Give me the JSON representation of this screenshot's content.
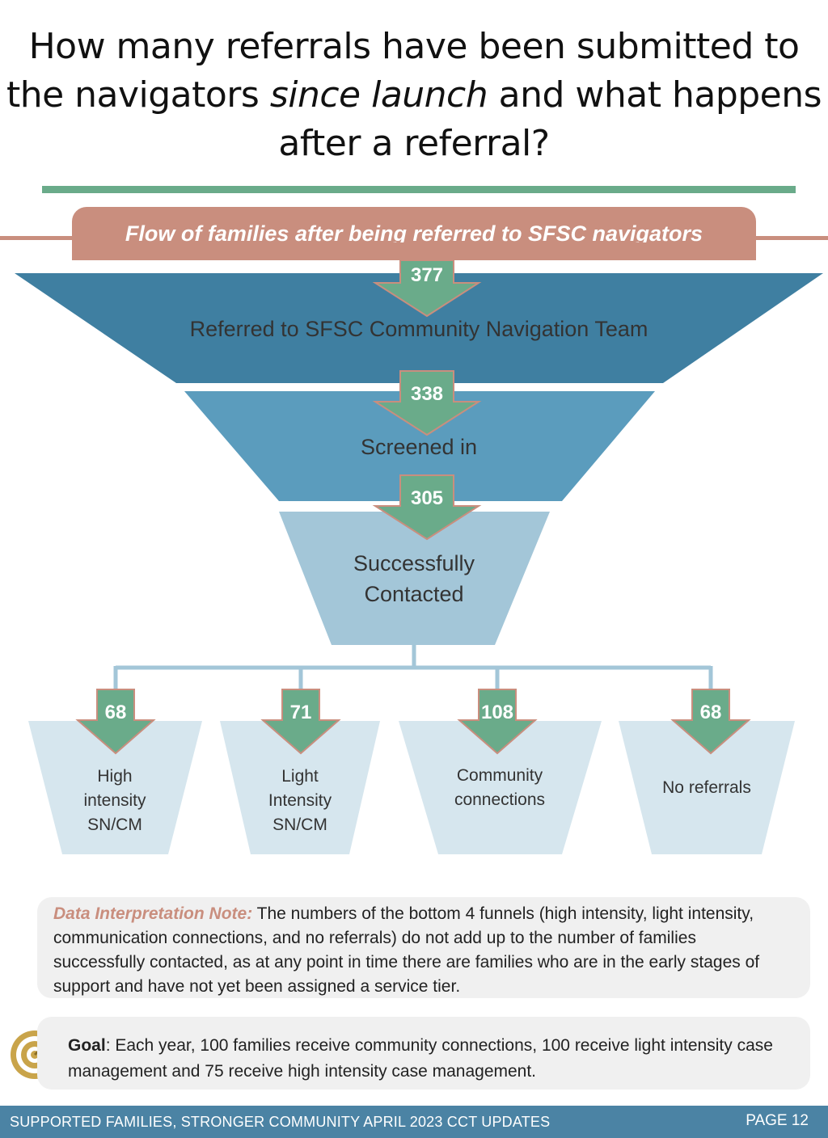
{
  "title": {
    "line1": "How many referrals have been submitted to",
    "line2_pre": "the navigators ",
    "line2_ital": "since launch",
    "line2_post": " and what happens",
    "line3": "after a referral?"
  },
  "banner": {
    "text": "Flow of families after being referred to SFSC navigators"
  },
  "funnel": [
    {
      "count": "377",
      "label": "Referred to SFSC Community Navigation Team"
    },
    {
      "count": "338",
      "label": "Screened in"
    },
    {
      "count": "305",
      "label_line1": "Successfully",
      "label_line2": "Contacted"
    }
  ],
  "tiers": [
    {
      "count": "68",
      "label_lines": [
        "High",
        "intensity",
        "SN/CM"
      ]
    },
    {
      "count": "71",
      "label_lines": [
        "Light",
        "Intensity",
        "SN/CM"
      ]
    },
    {
      "count": "108",
      "label_lines": [
        "Community",
        "connections"
      ]
    },
    {
      "count": "68",
      "label_lines": [
        "No referrals"
      ]
    }
  ],
  "note": {
    "label": "Data Interpretation Note:",
    "text": "The numbers of the bottom 4 funnels (high intensity, light intensity, communication connections, and no referrals) do not add up to the number of families successfully contacted, as at any point in time there are families who are in the early stages of support and have not yet been assigned a service tier."
  },
  "goal": {
    "label": "Goal",
    "text": ": Each year, 100 families receive community connections, 100 receive light intensity case management and 75 receive high intensity case management."
  },
  "footer": {
    "left": "SUPPORTED FAMILIES, STRONGER COMMUNITY APRIL 2023 CCT UPDATES",
    "right": "PAGE 12"
  },
  "colors": {
    "funnel1": "#3f7fa1",
    "funnel2": "#5b9cbd",
    "funnel3": "#a3c6d8",
    "tier": "#d6e6ee",
    "arrow": "#6aab8a",
    "arrow_stroke": "#c98e7e",
    "banner": "#c98e7e",
    "rule": "#6aab8a"
  }
}
